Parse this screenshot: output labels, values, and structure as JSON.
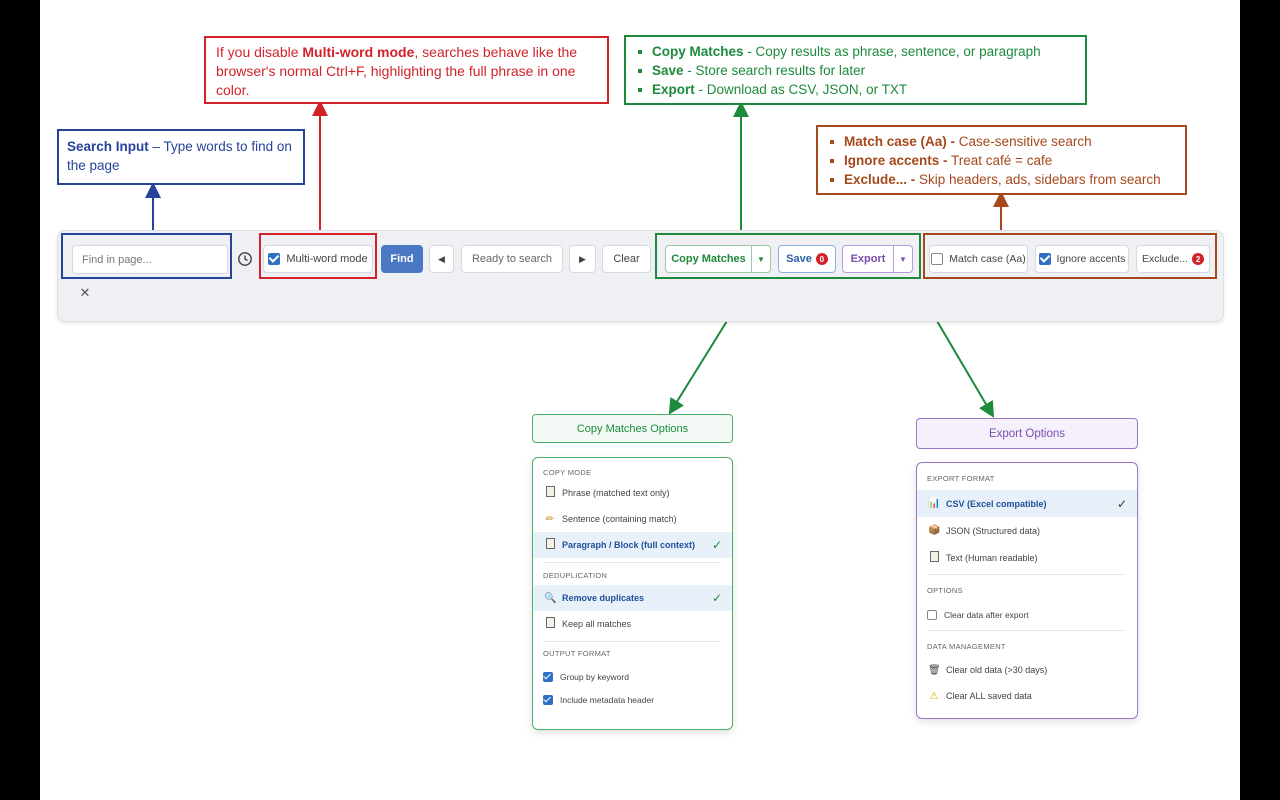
{
  "callouts": {
    "search": {
      "title": "Search Input",
      "text": " – Type words to find on the page"
    },
    "multiword": {
      "pre": "If you disable ",
      "bold": "Multi-word mode",
      "post": ", searches behave like the browser's normal Ctrl+F, highlighting the full phrase in one color."
    },
    "copy": [
      {
        "bold": "Copy Matches",
        "text": " - Copy results as phrase, sentence, or paragraph"
      },
      {
        "bold": "Save",
        "text": " - Store search results for later"
      },
      {
        "bold": "Export",
        "text": " - Download as CSV, JSON, or TXT"
      }
    ],
    "options": [
      {
        "bold": "Match case (Aa) -",
        "text": " Case-sensitive search"
      },
      {
        "bold": "Ignore accents -",
        "text": " Treat café = cafe"
      },
      {
        "bold": "Exclude... -",
        "text": " Skip headers, ads, sidebars from search"
      }
    ]
  },
  "toolbar": {
    "search_placeholder": "Find in page...",
    "history_icon": "clock-icon",
    "multiword_label": "Multi-word mode",
    "multiword_checked": true,
    "find_label": "Find",
    "prev_icon": "◀",
    "status": "Ready to search",
    "next_icon": "▶",
    "clear_label": "Clear",
    "copy_label": "Copy Matches",
    "copy_dropdown": "▼",
    "save_label": "Save",
    "save_count": "0",
    "export_label": "Export",
    "export_dropdown": "▼",
    "match_case_label": "Match case (Aa)",
    "match_case_checked": false,
    "ignore_accents_label": "Ignore accents",
    "ignore_accents_checked": true,
    "exclude_label": "Exclude...",
    "exclude_count": "2",
    "close_icon": "✕"
  },
  "copy_panel": {
    "title": "Copy Matches Options",
    "sections": {
      "copy_mode": "COPY MODE",
      "dedup": "DEDUPLICATION",
      "output": "OUTPUT FORMAT"
    },
    "modes": [
      {
        "icon": "📄",
        "label": "Phrase (matched text only)",
        "selected": false
      },
      {
        "icon": "✏",
        "label": "Sentence (containing match)",
        "selected": false
      },
      {
        "icon": "📄",
        "label": "Paragraph / Block (full context)",
        "selected": true
      }
    ],
    "dedup": [
      {
        "icon": "🔍",
        "label": "Remove duplicates",
        "selected": true
      },
      {
        "icon": "📄",
        "label": "Keep all matches",
        "selected": false
      }
    ],
    "output": [
      {
        "label": "Group by keyword",
        "checked": true
      },
      {
        "label": "Include metadata header",
        "checked": true
      }
    ],
    "tick": "✓"
  },
  "export_panel": {
    "title": "Export Options",
    "sections": {
      "format": "EXPORT FORMAT",
      "options": "OPTIONS",
      "data": "DATA MANAGEMENT"
    },
    "formats": [
      {
        "icon": "📊",
        "label": "CSV (Excel compatible)",
        "selected": true
      },
      {
        "icon": "📦",
        "label": "JSON (Structured data)",
        "selected": false
      },
      {
        "icon": "📄",
        "label": "Text (Human readable)",
        "selected": false
      }
    ],
    "clear_after": {
      "label": "Clear data after export",
      "checked": false
    },
    "data_actions": [
      {
        "icon": "🗑",
        "label": "Clear old data (>30 days)"
      },
      {
        "icon": "⚠",
        "label": "Clear ALL saved data"
      }
    ],
    "tick": "✓"
  },
  "colors": {
    "blue": "#26449a",
    "red": "#d2232a",
    "green": "#1d8a3c",
    "brown": "#a5481b",
    "purple": "#7b4fb0",
    "find_button": "#4a78c2"
  }
}
